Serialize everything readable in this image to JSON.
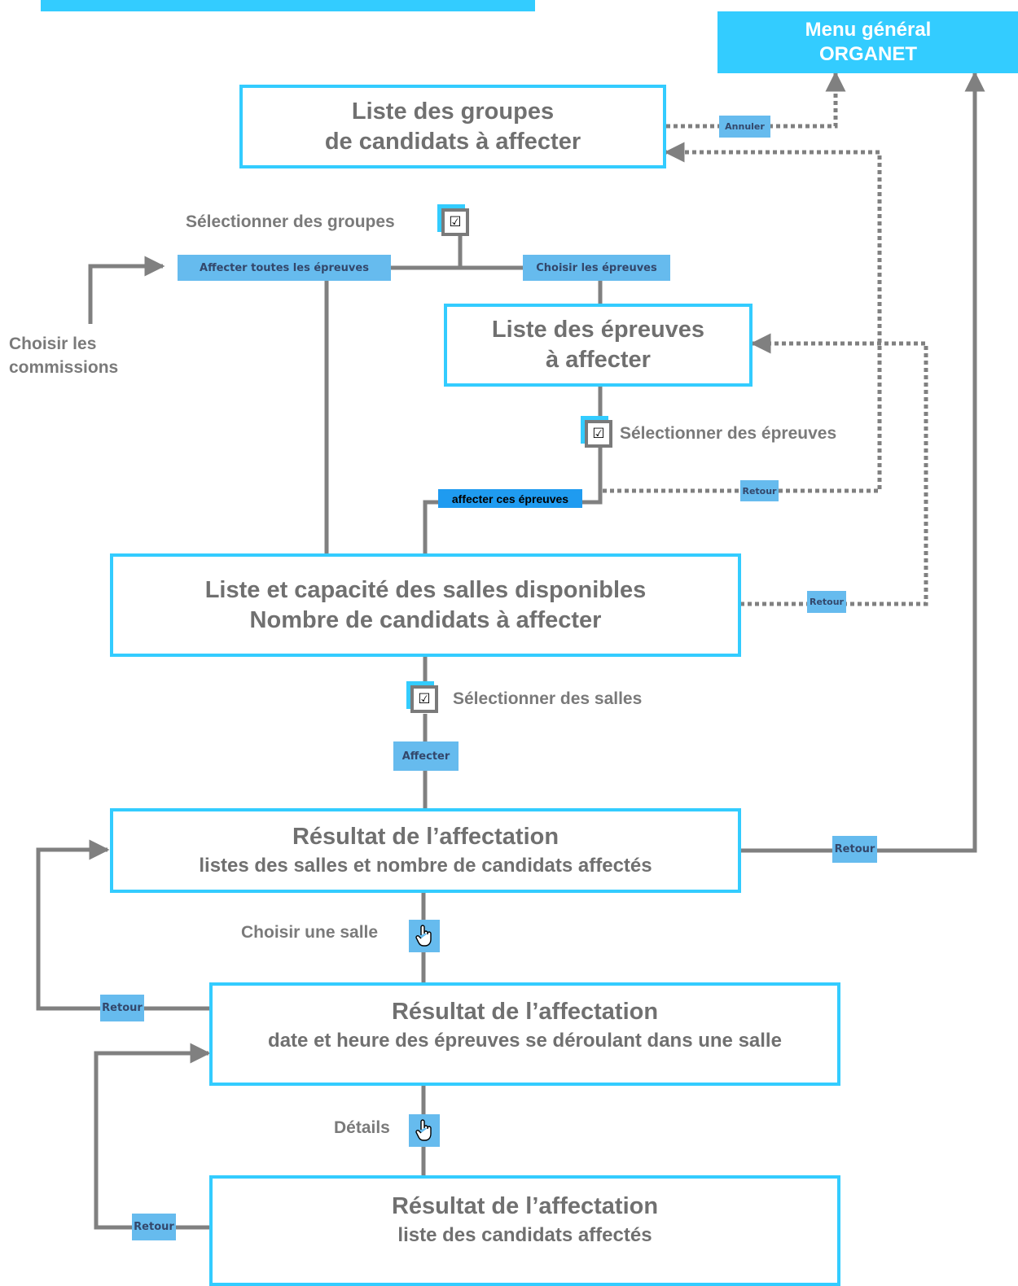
{
  "colors": {
    "accent": "#33ccff",
    "button": "#66bbee",
    "line": "#808080",
    "text": "#707070"
  },
  "menu": {
    "line1": "Menu général",
    "line2": "ORGANET"
  },
  "boxes": {
    "groupes": {
      "line1": "Liste des groupes",
      "line2": "de candidats à affecter"
    },
    "epreuves": {
      "line1": "Liste des épreuves",
      "line2": "à affecter"
    },
    "salles": {
      "line1": "Liste et capacité des salles disponibles",
      "line2": "Nombre de candidats à affecter"
    },
    "resultat1": {
      "line1": "Résultat de l’affectation",
      "line2": "listes des salles et nombre de candidats affectés"
    },
    "resultat2": {
      "line1": "Résultat de l’affectation",
      "line2": "date et heure des épreuves se déroulant dans une salle"
    },
    "resultat3": {
      "line1": "Résultat de l’affectation",
      "line2": "liste des candidats affectés"
    }
  },
  "buttons": {
    "annuler": "Annuler",
    "affecter_toutes": "Affecter toutes les épreuves",
    "choisir_epreuves": "Choisir les épreuves",
    "affecter_ces": "affecter ces épreuves",
    "retour": "Retour",
    "affecter": "Affecter"
  },
  "labels": {
    "select_groupes": "Sélectionner des groupes",
    "choisir_commissions": "Choisir les commissions",
    "select_epreuves": "Sélectionner des épreuves",
    "select_salles": "Sélectionner des salles",
    "choisir_salle": "Choisir une salle",
    "details": "Détails"
  },
  "icons": {
    "checkbox": "☑",
    "hand": "hand-pointer-icon"
  }
}
